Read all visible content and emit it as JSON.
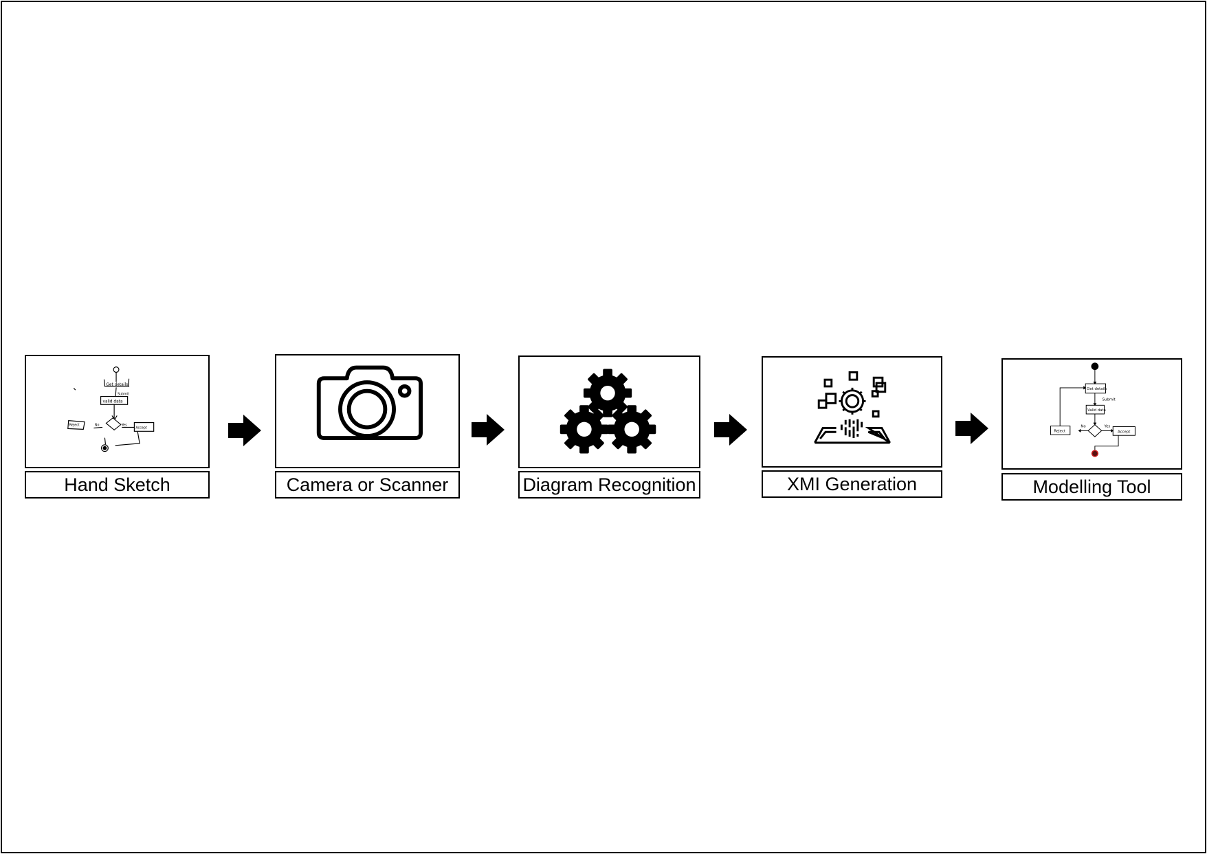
{
  "stages": [
    {
      "label": "Hand Sketch"
    },
    {
      "label": "Camera or Scanner"
    },
    {
      "label": "Diagram Recognition"
    },
    {
      "label": "XMI Generation"
    },
    {
      "label": "Modelling Tool"
    }
  ],
  "sketch_texts": {
    "get_details": "Get details",
    "submit": "Submit",
    "valid_data": "valid data",
    "no": "No",
    "yes": "Yes",
    "reject": "Reject",
    "accept": "Accept"
  },
  "model_texts": {
    "get_details": "Get details",
    "submit": "Submit",
    "valid_data": "Valid data",
    "no": "No",
    "yes": "Yes",
    "reject": "Reject",
    "accept": "Accept"
  },
  "icons": [
    "hand-sketch-image",
    "camera-icon",
    "gears-icon",
    "xmi-generation-icon",
    "modelling-tool-diagram"
  ]
}
